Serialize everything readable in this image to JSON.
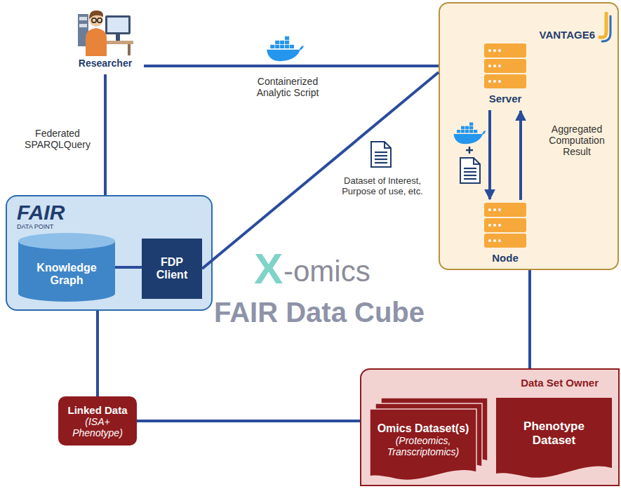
{
  "diagram": {
    "nodes": [
      {
        "text": [
          "Researcher"
        ]
      },
      {
        "text": [
          "VANTAGE6"
        ]
      },
      {
        "text": [
          "Server"
        ],
        "in": 1
      },
      {
        "text": [
          "Node"
        ],
        "in": 1
      },
      {
        "text": [
          "FAIR",
          "DATA POINT"
        ]
      },
      {
        "text": [
          "Knowledge Graph"
        ],
        "in": 4
      },
      {
        "text": [
          "FDP Client"
        ],
        "in": 4
      },
      {
        "text": [
          "Linked Data",
          "(ISA+ Phenotype)"
        ]
      },
      {
        "text": [
          "Data Set Owner"
        ]
      },
      {
        "text": [
          "Omics Dataset(s)",
          "(Proteomics, Transcriptomics)"
        ],
        "in": 8
      },
      {
        "text": [
          "Phenotype Dataset"
        ],
        "in": 8
      }
    ],
    "edges": [
      {
        "from": 0,
        "to": 1,
        "arrow": "none",
        "label": "Containerized Analytic Script"
      },
      {
        "from": 0,
        "to": 4,
        "arrow": "none",
        "label": "Federated SPARQLQuery"
      },
      {
        "from": 6,
        "to": 1,
        "arrow": "none",
        "label": "Dataset of Interest, Purpose of use, etc."
      },
      {
        "from": 5,
        "to": 6,
        "arrow": "none"
      },
      {
        "from": 2,
        "to": 3,
        "arrow": "to"
      },
      {
        "from": 3,
        "to": 2,
        "arrow": "to",
        "label": "Aggregated Computation Result"
      },
      {
        "from": 1,
        "to": 8,
        "arrow": "none"
      },
      {
        "from": 4,
        "to": 7,
        "arrow": "none"
      },
      {
        "from": 7,
        "to": 8,
        "arrow": "none"
      }
    ],
    "labels": [
      "X",
      "-omics",
      "FAIR Data Cube"
    ]
  }
}
